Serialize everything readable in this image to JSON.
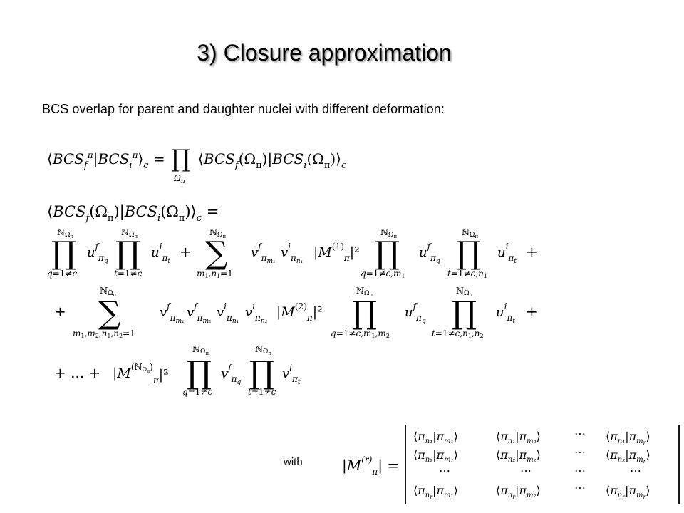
{
  "slide": {
    "title": "3) Closure approximation",
    "subtitle": "BCS overlap for parent and daughter nuclei with different deformation:",
    "with_label": "with"
  }
}
